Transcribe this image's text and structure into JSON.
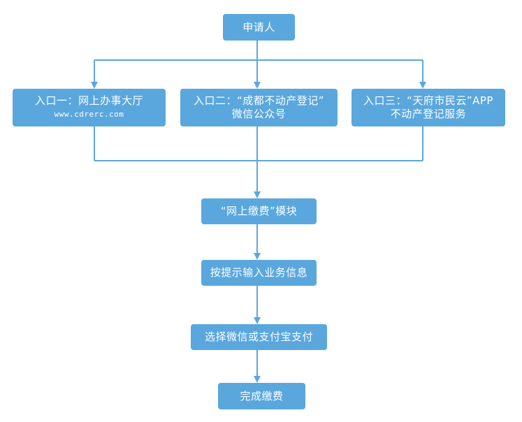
{
  "nodes": {
    "applicant": {
      "line1": "申请人"
    },
    "entry1": {
      "line1": "入口一：网上办事大厅",
      "line2": "www.cdrerc.com"
    },
    "entry2": {
      "line1": "入口二：“成都不动产登记”",
      "line2": "微信公众号"
    },
    "entry3": {
      "line1": "入口三：“天府市民云”APP",
      "line2": "不动产登记服务"
    },
    "module": {
      "line1": "“网上缴费”模块"
    },
    "input": {
      "line1": "按提示输入业务信息"
    },
    "pay": {
      "line1": "选择微信或支付宝支付"
    },
    "done": {
      "line1": "完成缴费"
    }
  },
  "colors": {
    "node_fill": "#5aa7de",
    "node_text": "#ffffff",
    "connector": "#5aa7de"
  }
}
